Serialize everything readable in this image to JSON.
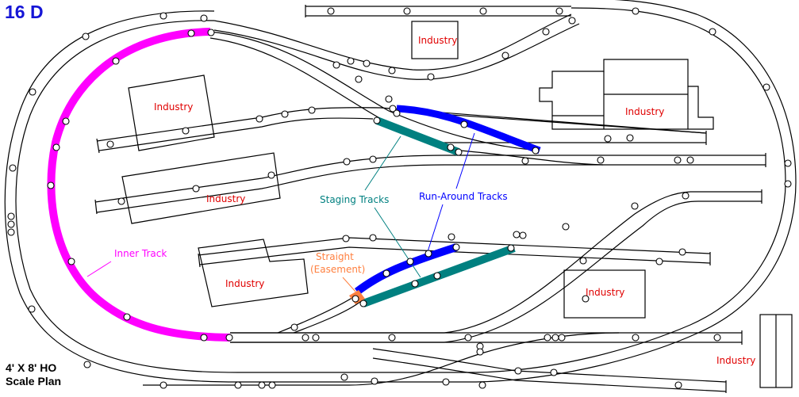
{
  "plan": {
    "title": "16 D",
    "subtitle_line1": "4' X 8' HO",
    "subtitle_line2": "Scale Plan"
  },
  "colors": {
    "title": "#1515d6",
    "inner_track": "#ff00ff",
    "run_around": "#0000ff",
    "staging": "#008080",
    "easement": "#ff8040",
    "industry_label": "#e00000",
    "track": "#000000"
  },
  "labels": {
    "industry": "Industry",
    "inner_track": "Inner Track",
    "staging_tracks": "Staging Tracks",
    "run_around_tracks": "Run-Around Tracks",
    "straight_line1": "Straight",
    "straight_line2": "(Easement)"
  },
  "industries": [
    {
      "id": "top-center",
      "label": "Industry"
    },
    {
      "id": "upper-left",
      "label": "Industry"
    },
    {
      "id": "mid-left",
      "label": "Industry"
    },
    {
      "id": "upper-right",
      "label": "Industry"
    },
    {
      "id": "lower-left",
      "label": "Industry"
    },
    {
      "id": "lower-center",
      "label": "Industry"
    },
    {
      "id": "bottom-right",
      "label": "Industry"
    }
  ]
}
